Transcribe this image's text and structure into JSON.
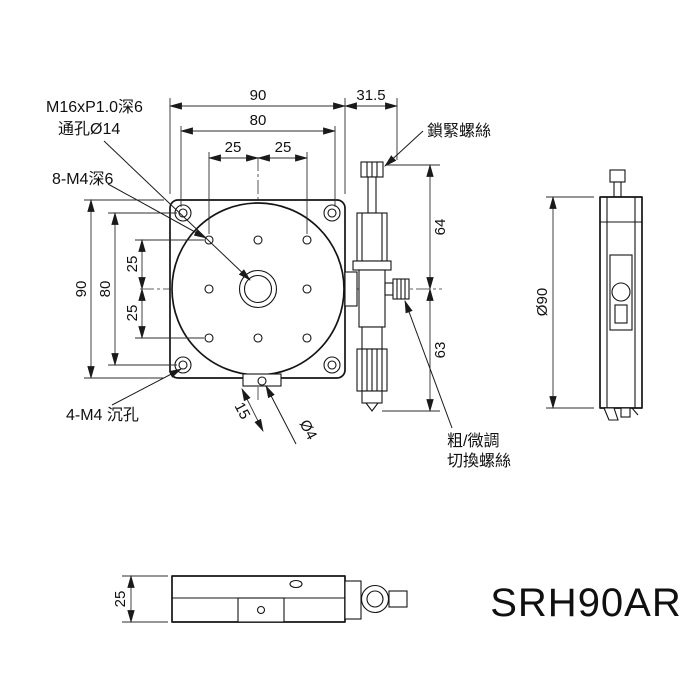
{
  "title": "SRH90AR",
  "colors": {
    "line": "#141414",
    "dim_line": "#2e2e2e",
    "background": "#ffffff"
  },
  "front": {
    "dim_top_90": "90",
    "dim_top_80": "80",
    "dim_top_25a": "25",
    "dim_top_25b": "25",
    "dim_top_315": "31.5",
    "dim_left_90": "90",
    "dim_left_80": "80",
    "dim_left_25a": "25",
    "dim_left_25b": "25",
    "dim_right_64": "64",
    "dim_right_63": "63",
    "dim_15": "15",
    "dim_dia4": "Ø4",
    "label_center_line1": "M16xP1.0深6",
    "label_center_line2": "通孔Ø14",
    "label_grid_holes": "8-M4深6",
    "label_corner_holes": "4-M4 沉孔",
    "label_lock_screw": "鎖緊螺絲",
    "label_adjust_line1": "粗/微調",
    "label_adjust_line2": "切換螺絲"
  },
  "side": {
    "dim_dia90": "Ø90"
  },
  "bottom": {
    "dim_25": "25"
  }
}
